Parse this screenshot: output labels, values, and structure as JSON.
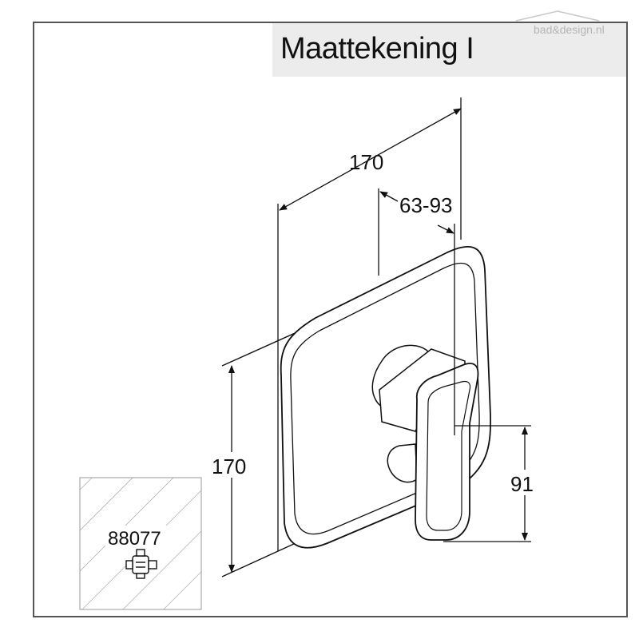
{
  "title": "Maattekening I",
  "watermark": "bad&design.nl",
  "dimensions": {
    "width_top": "170",
    "depth": "63-93",
    "height_left": "170",
    "handle_height": "91"
  },
  "inset": {
    "part_number": "88077"
  },
  "colors": {
    "line": "#111111",
    "frame": "#555555",
    "title_band": "#ececec",
    "watermark": "#b5b5b5",
    "hatch": "#9a9a9a"
  }
}
